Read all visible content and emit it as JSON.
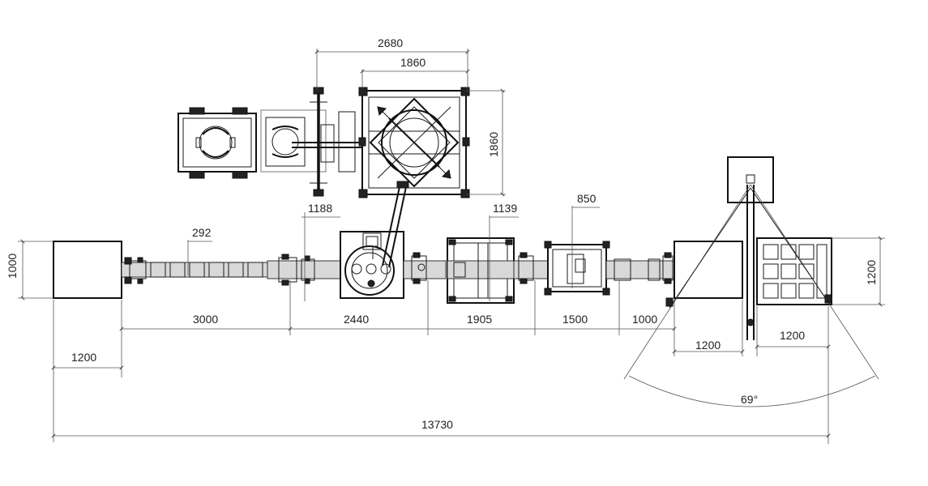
{
  "diagram": {
    "dimensions": {
      "top_total_width": "2680",
      "top_inner_width": "1860",
      "top_height": "1860",
      "gap_1188": "1188",
      "gap_1139": "1139",
      "gap_850": "850",
      "pitch_292": "292",
      "left_height": "1000",
      "right_height": "1200",
      "seg_3000": "3000",
      "seg_2440": "2440",
      "seg_1905": "1905",
      "seg_1500": "1500",
      "seg_1000": "1000",
      "seg_1200_a": "1200",
      "seg_1200_b": "1200",
      "left_1200": "1200",
      "total": "13730",
      "angle": "69°"
    }
  }
}
